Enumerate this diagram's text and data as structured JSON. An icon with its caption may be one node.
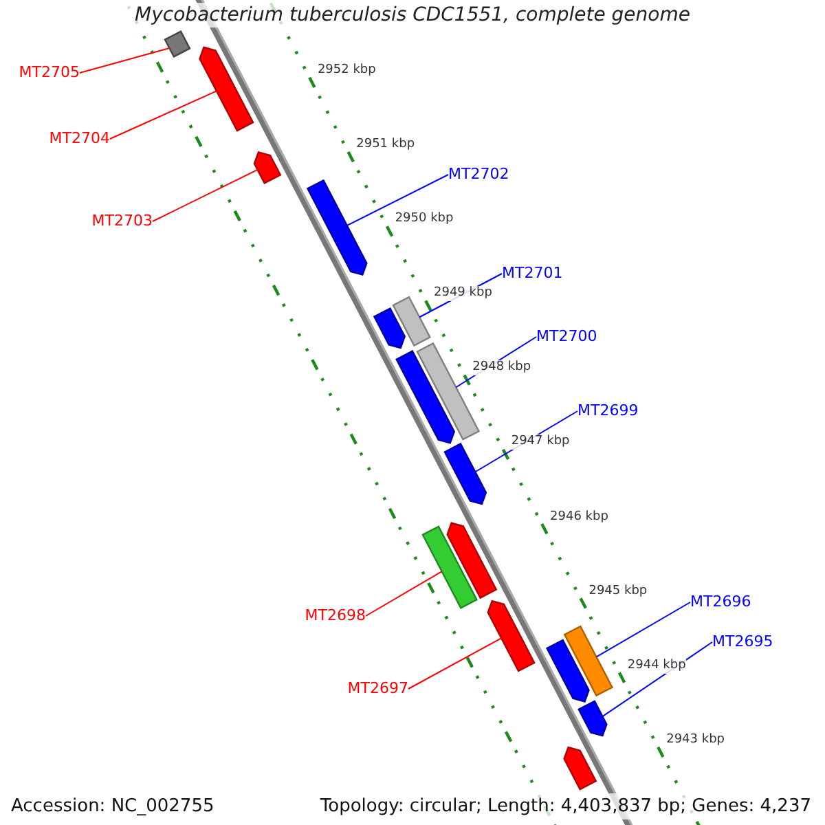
{
  "diagram": {
    "title": "Mycobacterium tuberculosis CDC1551, complete genome",
    "nodes": [
      {
        "text": [
          "MT2705"
        ]
      },
      {
        "text": [
          "MT2704"
        ]
      },
      {
        "text": [
          "MT2703"
        ]
      },
      {
        "text": [
          "MT2702"
        ]
      },
      {
        "text": [
          "MT2701"
        ]
      },
      {
        "text": [
          "MT2700"
        ]
      },
      {
        "text": [
          "MT2699"
        ]
      },
      {
        "text": [
          "MT2698"
        ]
      },
      {
        "text": [
          "MT2697"
        ]
      },
      {
        "text": [
          "MT2696"
        ]
      },
      {
        "text": [
          "MT2695"
        ]
      },
      {
        "text": [],
        "shape": "bar"
      },
      {
        "text": [],
        "shape": "bar"
      },
      {
        "text": [],
        "shape": "bar"
      },
      {
        "text": [],
        "shape": "bar"
      },
      {
        "text": [],
        "shape": "bar"
      },
      {
        "text": [],
        "shape": "bar"
      },
      {
        "text": [],
        "shape": "bar"
      },
      {
        "text": [],
        "shape": "bar"
      },
      {
        "text": [],
        "shape": "bar"
      },
      {
        "text": [],
        "shape": "bar"
      },
      {
        "text": [],
        "shape": "bar"
      },
      {
        "text": [],
        "shape": "bar"
      },
      {
        "text": [],
        "shape": "bar"
      },
      {
        "text": [],
        "shape": "bar"
      },
      {
        "text": [],
        "shape": "bar"
      },
      {
        "text": [],
        "shape": "bar"
      }
    ],
    "edges": [
      {
        "from": 0,
        "to": 11,
        "arrow": "none",
        "color": "#ff0000"
      },
      {
        "from": 1,
        "to": 12,
        "arrow": "none",
        "color": "#ff0000"
      },
      {
        "from": 2,
        "to": 13,
        "arrow": "none",
        "color": "#ff0000"
      },
      {
        "from": 3,
        "to": 14,
        "arrow": "none"
      },
      {
        "from": 4,
        "to": 16,
        "arrow": "none"
      },
      {
        "from": 5,
        "to": 17,
        "arrow": "none"
      },
      {
        "from": 6,
        "to": 19,
        "arrow": "none"
      },
      {
        "from": 7,
        "to": 21,
        "arrow": "none",
        "color": "#ff0000"
      },
      {
        "from": 8,
        "to": 22,
        "arrow": "none",
        "color": "#ff0000"
      },
      {
        "from": 9,
        "to": 24,
        "arrow": "none"
      },
      {
        "from": 10,
        "to": 25,
        "arrow": "none"
      }
    ],
    "labels": [
      "2952 kbp",
      "2951 kbp",
      "2950 kbp",
      "2949 kbp",
      "2948 kbp",
      "2947 kbp",
      "2946 kbp",
      "2945 kbp",
      "2944 kbp",
      "2943 kbp",
      "Accession: NC_002755",
      "Topology: circular; Length: 4,403,837 bp; Genes: 4,237"
    ]
  }
}
